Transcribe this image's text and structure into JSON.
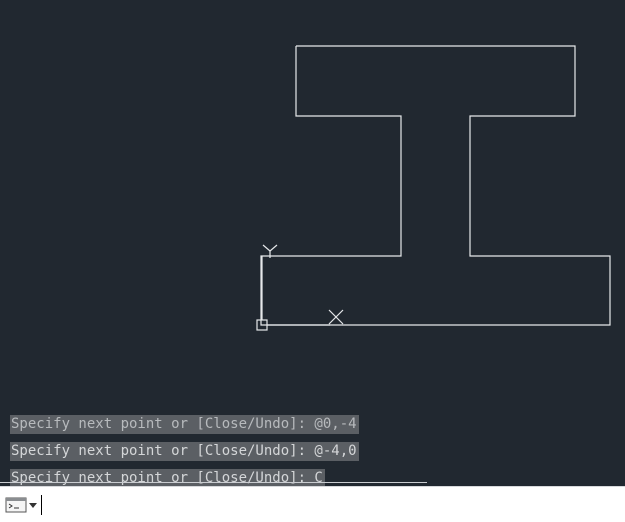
{
  "history": [
    "Specify next point or [Close/Undo]: @0,-4",
    "Specify next point or [Close/Undo]: @-4,0",
    "Specify next point or [Close/Undo]: C"
  ],
  "command_line": {
    "value": "",
    "prompt_icon": "command-prompt-icon",
    "dropdown_icon": "chevron-down-icon"
  },
  "ucs": {
    "y_label": "Y",
    "x_label": "X"
  },
  "colors": {
    "background": "#212830",
    "geometry": "#e6e8ea",
    "history_bg": "#5b5f64"
  }
}
